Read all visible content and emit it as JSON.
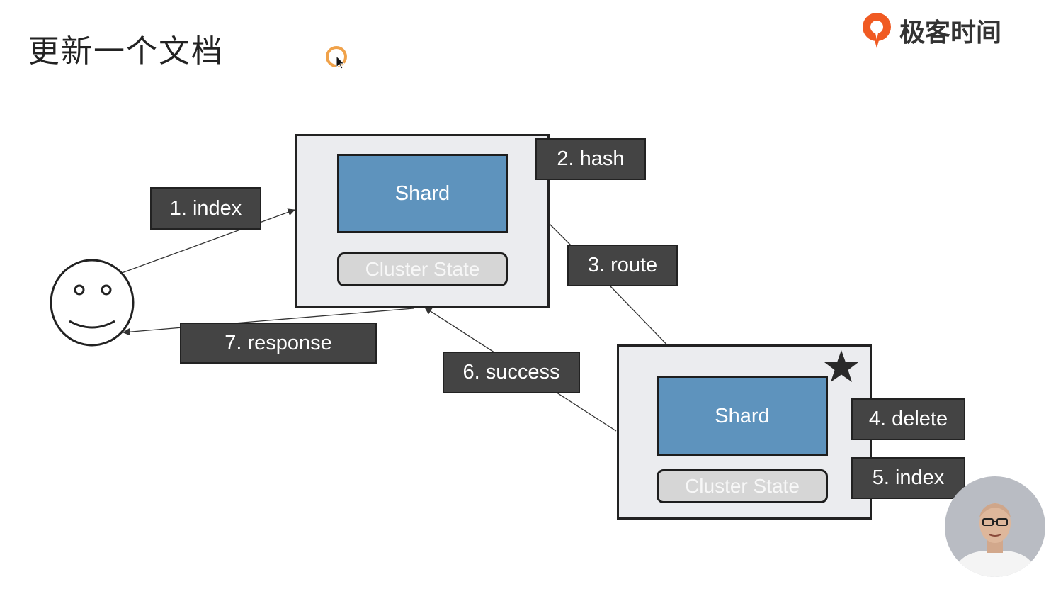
{
  "slide": {
    "title": "更新一个文档"
  },
  "brand": {
    "name": "极客时间",
    "icon": "geektime-logo-icon",
    "color": "#f05a22"
  },
  "nodes": [
    {
      "shard_label": "Shard",
      "state_label": "Cluster State"
    },
    {
      "shard_label": "Shard",
      "state_label": "Cluster State",
      "marker": "star-icon"
    }
  ],
  "steps": {
    "s1": "1. index",
    "s2": "2. hash",
    "s3": "3. route",
    "s4": "4. delete",
    "s5": "5. index",
    "s6": "6. success",
    "s7": "7. response"
  },
  "colors": {
    "shard": "#5e93bd",
    "cluster_state": "#d6d6d6",
    "node_bg": "#ebecef",
    "step_label": "#444444"
  },
  "icons": [
    "smiley-face-icon",
    "star-icon",
    "cursor-icon",
    "geektime-logo-icon"
  ]
}
